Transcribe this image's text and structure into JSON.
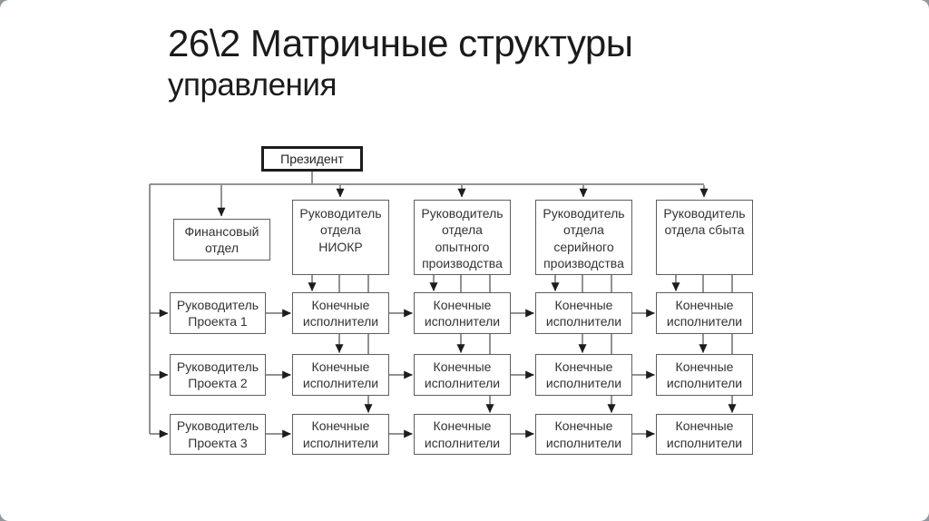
{
  "slide": {
    "title_line1": "26\\2 Матричные структуры",
    "title_line2": "управления"
  },
  "diagram": {
    "president": "Президент",
    "finance": "Финансовый\nотдел",
    "departments": [
      "Руководитель\nотдела\nНИОКР",
      "Руководитель\nотдела\nопытного\nпроизводства",
      "Руководитель\nотдела\nсерийного\nпроизводства",
      "Руководитель\nотдела сбыта"
    ],
    "projects": [
      "Руководитель\nПроекта 1",
      "Руководитель\nПроекта 2",
      "Руководитель\nПроекта 3"
    ],
    "executor_rows": [
      [
        "Конечные\nисполнители",
        "Конечные\nисполнители",
        "Конечные\nисполнители",
        "Конечные\nисполнители"
      ],
      [
        "Конечные\nисполнители",
        "Конечные\nисполнители",
        "Конечные\nисполнители",
        "Конечные\nисполнители"
      ],
      [
        "Конечные\nисполнители",
        "Конечные\nисполнители",
        "Конечные\nисполнители",
        "Конечные\nисполнители"
      ]
    ],
    "colors": {
      "line": "#6e6e6e",
      "arrowhead": "#1d1d1d",
      "box_border": "#5e5e5e",
      "box_text": "#333333",
      "title_text": "#1b1b1b"
    }
  }
}
